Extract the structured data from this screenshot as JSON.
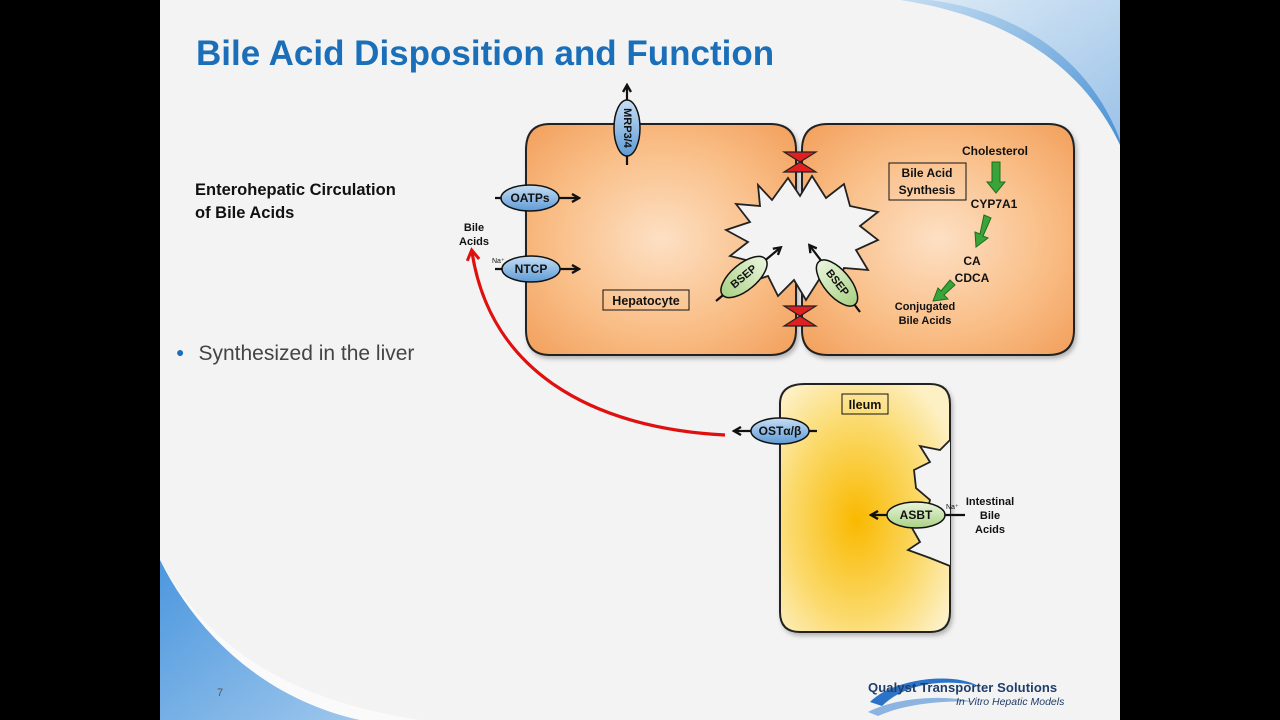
{
  "slide": {
    "title": "Bile Acid Disposition and Function",
    "subtitle_line1": "Enterohepatic Circulation",
    "subtitle_line2": "of Bile Acids",
    "bullet": "Synthesized in the liver",
    "page_number": "7"
  },
  "diagram": {
    "transporters": {
      "mrp": "MRP3/4",
      "oatps": "OATPs",
      "ntcp": "NTCP",
      "bsep_left": "BSEP",
      "bsep_right": "BSEP",
      "ost": "OSTα/β",
      "asbt": "ASBT"
    },
    "labels": {
      "hepatocyte": "Hepatocyte",
      "ileum": "Ileum",
      "bile_acids_line1": "Bile",
      "bile_acids_line2": "Acids",
      "na_ntcp": "Na⁺",
      "na_asbt": "Na⁺",
      "intestinal_line1": "Intestinal",
      "intestinal_line2": "Bile",
      "intestinal_line3": "Acids"
    },
    "synthesis": {
      "box_line1": "Bile Acid",
      "box_line2": "Synthesis",
      "cholesterol": "Cholesterol",
      "enzyme": "CYP7A1",
      "ca": "CA",
      "cdca": "CDCA",
      "conjugated_line1": "Conjugated",
      "conjugated_line2": "Bile Acids"
    },
    "colors": {
      "hepatocyte": "#f8b77f",
      "ileum": "#f9d66a",
      "transporter_blue": "#7fb2e0",
      "transporter_green": "#c5e0a6",
      "tight_junction": "#e02020",
      "circulation_arrow": "#e01010",
      "synthesis_arrow": "#3aa33a",
      "title": "#1a6fb8"
    }
  },
  "logo": {
    "name": "Qualyst Transporter Solutions",
    "tagline": "In Vitro Hepatic Models"
  }
}
